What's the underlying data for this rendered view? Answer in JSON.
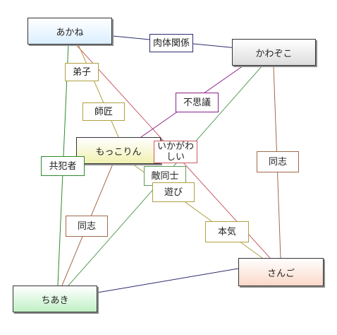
{
  "colors": {
    "navy": "#2b2b6e",
    "red": "#cc5a66",
    "green": "#5a9e5a",
    "darkgreen": "#2e8a2e",
    "olive": "#b0a040",
    "brown": "#a06a4a",
    "purple": "#8a208a"
  },
  "nodes": {
    "akane": "あかね",
    "kawazoko": "かわぞこ",
    "mokkorin": "もっこりん",
    "sango": "さんご",
    "chiaki": "ちあき"
  },
  "labels": {
    "nikutai_kankei": "肉体関係",
    "deshi": "弟子",
    "shishou": "師匠",
    "fushigi": "不思議",
    "ikagawashii": "いかがわ\nしい",
    "kyouhansha": "共犯者",
    "tekidoushi": "敵同士",
    "asobi": "遊び",
    "doushi_left": "同志",
    "doushi_right": "同志",
    "honki": "本気"
  }
}
